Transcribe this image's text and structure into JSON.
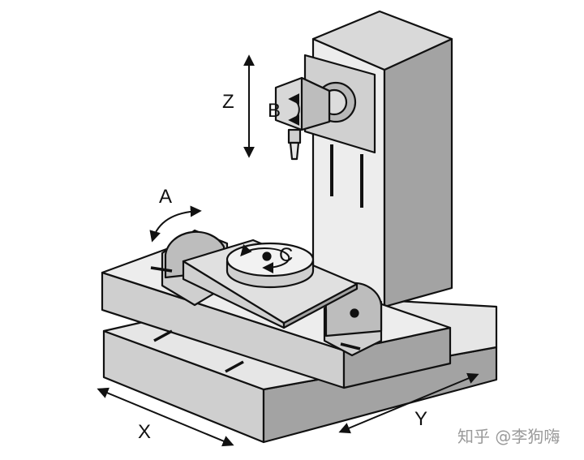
{
  "diagram": {
    "axis_labels": {
      "x": "X",
      "y": "Y",
      "z": "Z",
      "a": "A",
      "b": "B",
      "c": "C"
    },
    "watermark": "知乎 @李狗嗨",
    "colors": {
      "stroke": "#111111",
      "light": "#ededed",
      "mid": "#cfcfcf",
      "dark": "#a3a3a3",
      "darker": "#8c8c8c"
    }
  }
}
